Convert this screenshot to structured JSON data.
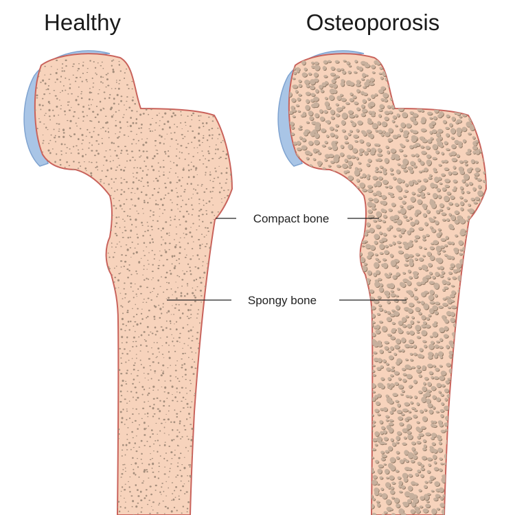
{
  "titles": {
    "healthy": "Healthy",
    "osteoporosis": "Osteoporosis"
  },
  "labels": {
    "compact_bone": "Compact bone",
    "spongy_bone": "Spongy bone"
  },
  "colors": {
    "bone_fill": "#f7d3bc",
    "bone_outline": "#c9625b",
    "cartilage": "#a9c5e6",
    "cartilage_outline": "#7fa3d0",
    "healthy_pores": "#a58e7c",
    "osteoporosis_pores": "#c7b09d",
    "osteoporosis_pore_shadow": "#8f7763"
  },
  "icons": {
    "healthy_bone": "femur-healthy-icon",
    "osteoporosis_bone": "femur-osteoporosis-icon"
  }
}
